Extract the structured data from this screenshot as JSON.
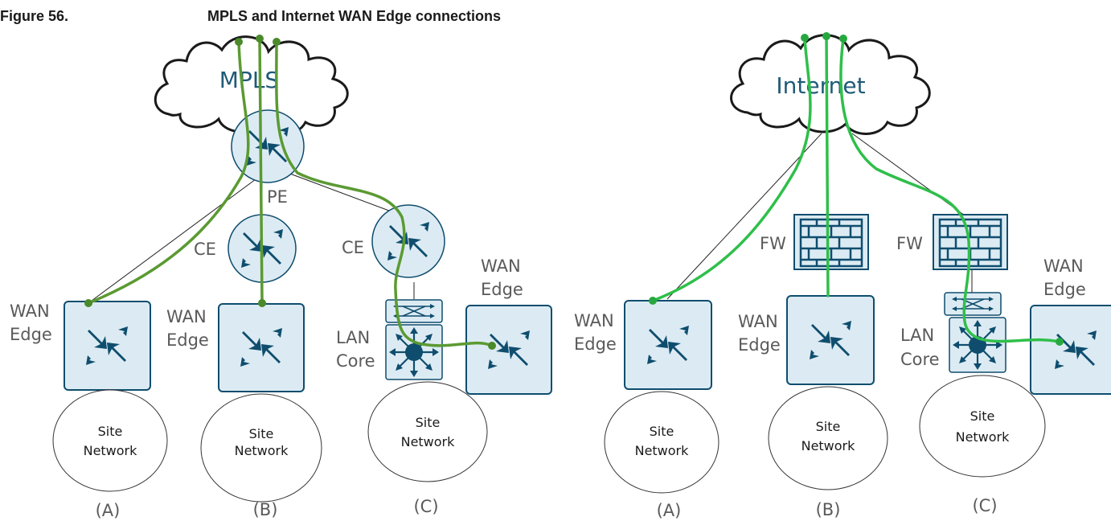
{
  "figure": {
    "number": "Figure 56.",
    "title": "MPLS and Internet WAN Edge connections"
  },
  "left_panel": {
    "cloud_label": "MPLS",
    "pe_label": "PE",
    "ce_label_b": "CE",
    "ce_label_c": "CE",
    "sites": [
      {
        "edge_label_1": "WAN",
        "edge_label_2": "Edge",
        "site_label_1": "Site",
        "site_label_2": "Network",
        "caption": "(A)"
      },
      {
        "edge_label_1": "WAN",
        "edge_label_2": "Edge",
        "site_label_1": "Site",
        "site_label_2": "Network",
        "caption": "(B)"
      },
      {
        "edge_label_1": "WAN",
        "edge_label_2": "Edge",
        "core_label_1": "LAN",
        "core_label_2": "Core",
        "site_label_1": "Site",
        "site_label_2": "Network",
        "caption": "(C)"
      }
    ]
  },
  "right_panel": {
    "cloud_label": "Internet",
    "fw_label_b": "FW",
    "fw_label_c": "FW",
    "sites": [
      {
        "edge_label_1": "WAN",
        "edge_label_2": "Edge",
        "site_label_1": "Site",
        "site_label_2": "Network",
        "caption": "(A)"
      },
      {
        "edge_label_1": "WAN",
        "edge_label_2": "Edge",
        "site_label_1": "Site",
        "site_label_2": "Network",
        "caption": "(B)"
      },
      {
        "edge_label_1": "WAN",
        "edge_label_2": "Edge",
        "core_label_1": "LAN",
        "core_label_2": "Core",
        "site_label_1": "Site",
        "site_label_2": "Network",
        "caption": "(C)"
      }
    ]
  },
  "colors": {
    "mpls_path": "#5b9a32",
    "internet_path": "#2fbf4a",
    "device_blue": "#0f4d6e",
    "device_fill": "#e8f2f8"
  },
  "icons": [
    "cloud-icon",
    "router-icon",
    "firewall-icon",
    "switch-icon",
    "lan-core-icon"
  ]
}
